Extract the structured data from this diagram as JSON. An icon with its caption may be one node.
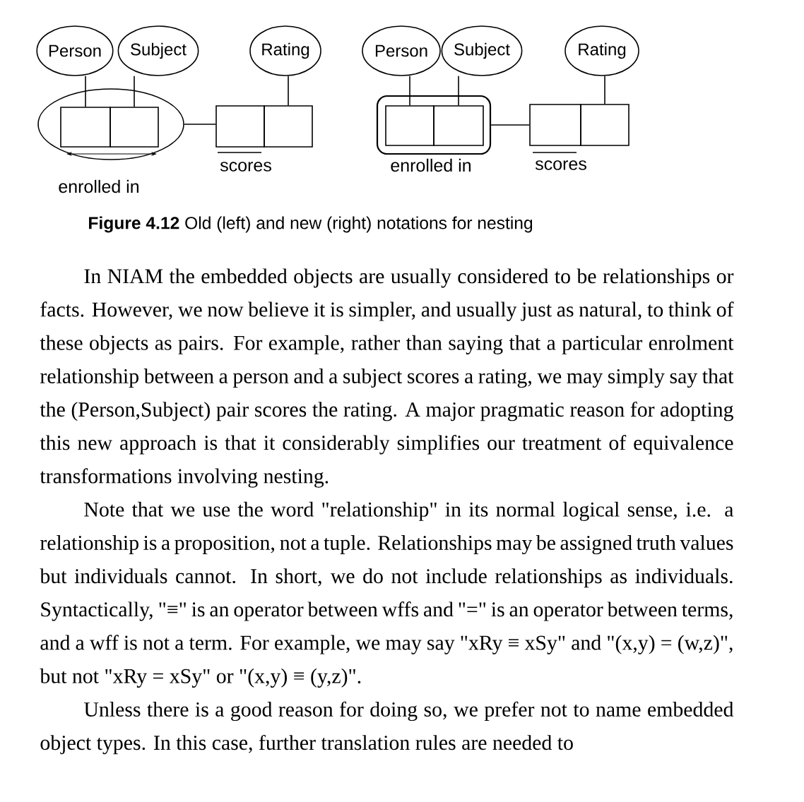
{
  "diagram": {
    "caption": "**Figure 4.12** Old (left) and new (right) notations for nesting",
    "nodes": [
      {
        "text": [
          "Person"
        ]
      },
      {
        "text": [
          "Subject"
        ]
      },
      {
        "text": [
          "Rating"
        ]
      },
      {
        "text": [],
        "shape": "circle",
        "beside": [
          "enrolled in"
        ]
      },
      {
        "text": [],
        "shape": "box",
        "in": 3
      },
      {
        "text": [],
        "shape": "box",
        "in": 3
      },
      {
        "text": [],
        "shape": "box",
        "beside": [
          "scores"
        ]
      },
      {
        "text": [],
        "shape": "box"
      },
      {
        "text": [
          "Person"
        ]
      },
      {
        "text": [
          "Subject"
        ]
      },
      {
        "text": [
          "Rating"
        ]
      },
      {
        "text": [],
        "shape": "box",
        "beside": [
          "enrolled in"
        ]
      },
      {
        "text": [],
        "shape": "box",
        "in": 11
      },
      {
        "text": [],
        "shape": "box",
        "in": 11
      },
      {
        "text": [],
        "shape": "box",
        "beside": [
          "scores"
        ]
      },
      {
        "text": [],
        "shape": "box"
      }
    ],
    "edges": [
      {
        "from": 0,
        "to": 4,
        "arrow": "none"
      },
      {
        "from": 1,
        "to": 5,
        "arrow": "none"
      },
      {
        "from": 2,
        "to": 7,
        "arrow": "none"
      },
      {
        "from": 3,
        "to": 6,
        "arrow": "none"
      },
      {
        "from": 8,
        "to": 12,
        "arrow": "none"
      },
      {
        "from": 9,
        "to": 13,
        "arrow": "none"
      },
      {
        "from": 10,
        "to": 15,
        "arrow": "none"
      },
      {
        "from": 11,
        "to": 14,
        "arrow": "none"
      }
    ],
    "labels": [
      "In NIAM the embedded objects are usually considered to be relationships or facts. However, we now believe it is simpler, and usually just as natural, to think of these objects as pairs. For example, rather than saying that a particular enrolment relationship between a person and a subject scores a rating, we may simply say that the (Person,Subject) pair scores the rating. A major pragmatic reason for adopting this new approach is that it considerably simplifies our treatment of equivalence transformations involving nesting.",
      "Note that we use the word \"relationship\" in its normal logical sense, i.e. a relationship is a proposition, not a tuple. Relationships may be assigned truth values but individuals cannot. In short, we do not include relationships as individuals. Syntactically, \"≡\" is an operator between wffs and \"=\" is an operator between terms, and a wff is not a term. For example, we may say \"xRy ≡ xSy\" and \"(x,y) = (w,z)\", but not \"xRy = xSy\" or \"(x,y) ≡ (y,z)\".",
      "Unless there is a good reason for doing so, we prefer not to name embedded object types. In this case, further translation rules are needed to"
    ]
  }
}
